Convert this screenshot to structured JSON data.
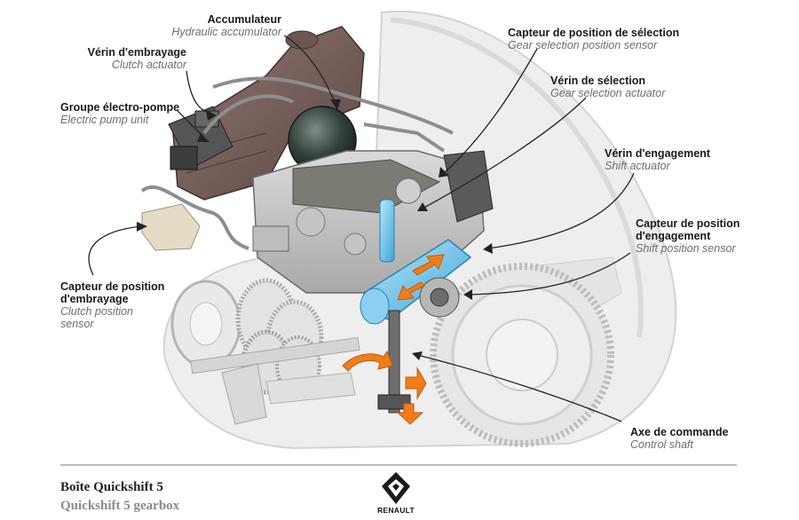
{
  "labels": {
    "accumulator": {
      "fr": "Accumulateur",
      "en": "Hydraulic accumulator"
    },
    "clutch_actuator": {
      "fr": "Vérin d'embrayage",
      "en": "Clutch actuator"
    },
    "pump_unit": {
      "fr": "Groupe électro-pompe",
      "en": "Electric pump unit"
    },
    "gear_selection_sensor": {
      "fr": "Capteur de position de sélection",
      "en": "Gear selection position sensor"
    },
    "gear_selection_actuator": {
      "fr": "Vérin de sélection",
      "en": "Gear selection actuator"
    },
    "shift_actuator": {
      "fr": "Vérin d'engagement",
      "en": "Shift actuator"
    },
    "shift_position_sensor": {
      "fr_line1": "Capteur de position",
      "fr_line2": "d'engagement",
      "en": "Shift position sensor"
    },
    "clutch_position_sensor": {
      "fr_line1": "Capteur de position",
      "fr_line2": "d'embrayage",
      "en_line1": "Clutch position",
      "en_line2": "sensor"
    },
    "control_shaft": {
      "fr": "Axe de commande",
      "en": "Control shaft"
    }
  },
  "footer": {
    "title_fr": "Boîte Quickshift 5",
    "title_en": "Quickshift 5 gearbox",
    "brand": "RENAULT"
  },
  "colors": {
    "accent_orange": "#f07d1a",
    "sensor_blue": "#6cc3ec",
    "label_fr": "#1a1a1a",
    "label_en": "#6e6e6e"
  }
}
